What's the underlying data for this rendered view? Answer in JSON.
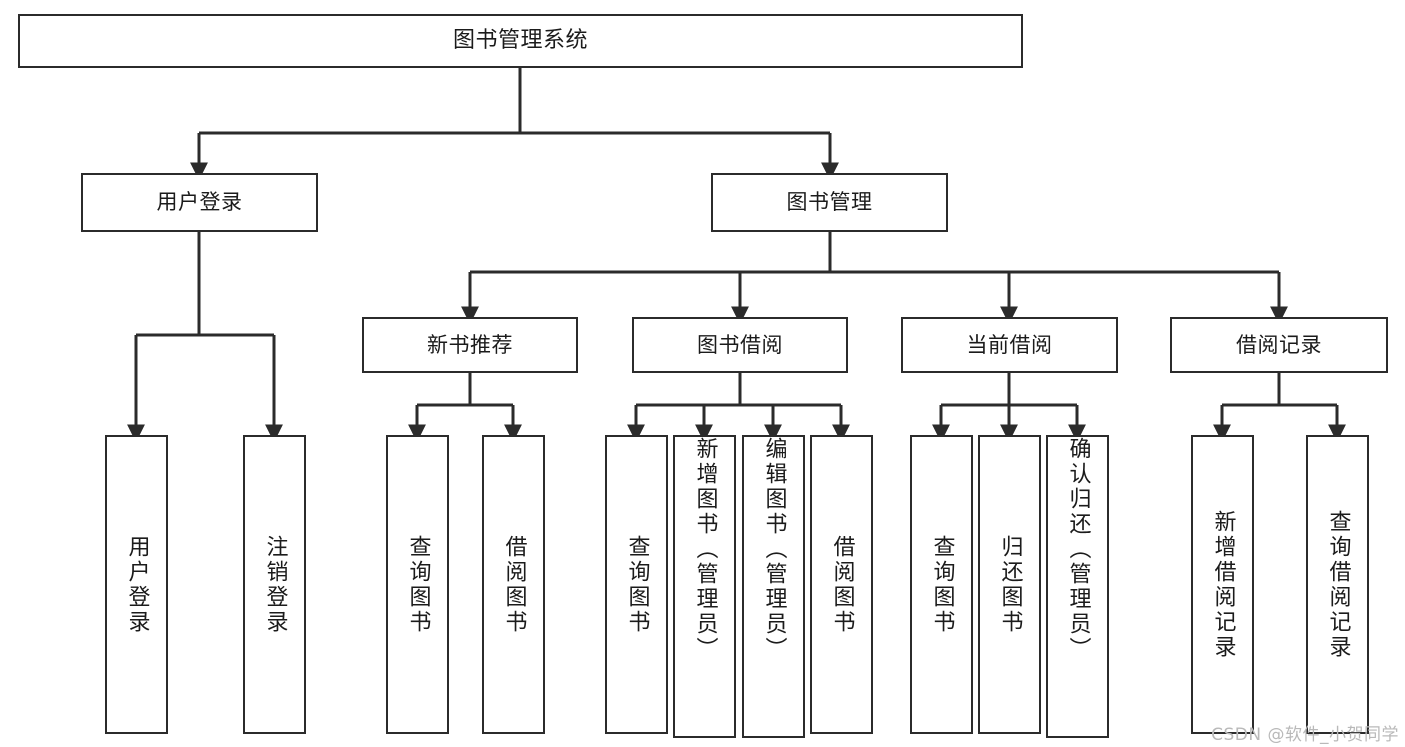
{
  "diagram": {
    "title": "图书管理系统",
    "type": "tree",
    "style": {
      "box_border_color": "#2b2b2b",
      "box_fill_color": "#ffffff",
      "edge_color": "#2b2b2b",
      "background_color": "#ffffff",
      "watermark_color": "#b9b9b9"
    },
    "root": {
      "label": "图书管理系统"
    },
    "level2": [
      {
        "label": "用户登录"
      },
      {
        "label": "图书管理"
      }
    ],
    "level3": [
      {
        "label": "新书推荐"
      },
      {
        "label": "图书借阅"
      },
      {
        "label": "当前借阅"
      },
      {
        "label": "借阅记录"
      }
    ],
    "leaves": {
      "user_login": [
        {
          "label": "用户登录"
        },
        {
          "label": "注销登录"
        }
      ],
      "new_book_recommend": [
        {
          "label": "查询图书"
        },
        {
          "label": "借阅图书"
        }
      ],
      "book_borrow": [
        {
          "label": "查询图书"
        },
        {
          "label": "新增图书（管理员）"
        },
        {
          "label": "编辑图书（管理员）"
        },
        {
          "label": "借阅图书"
        }
      ],
      "current_borrow": [
        {
          "label": "查询图书"
        },
        {
          "label": "归还图书"
        },
        {
          "label": "确认归还（管理员）"
        }
      ],
      "borrow_records": [
        {
          "label": "新增借阅记录"
        },
        {
          "label": "查询借阅记录"
        }
      ]
    }
  },
  "watermark": {
    "text": "CSDN @软件_小贺同学"
  }
}
